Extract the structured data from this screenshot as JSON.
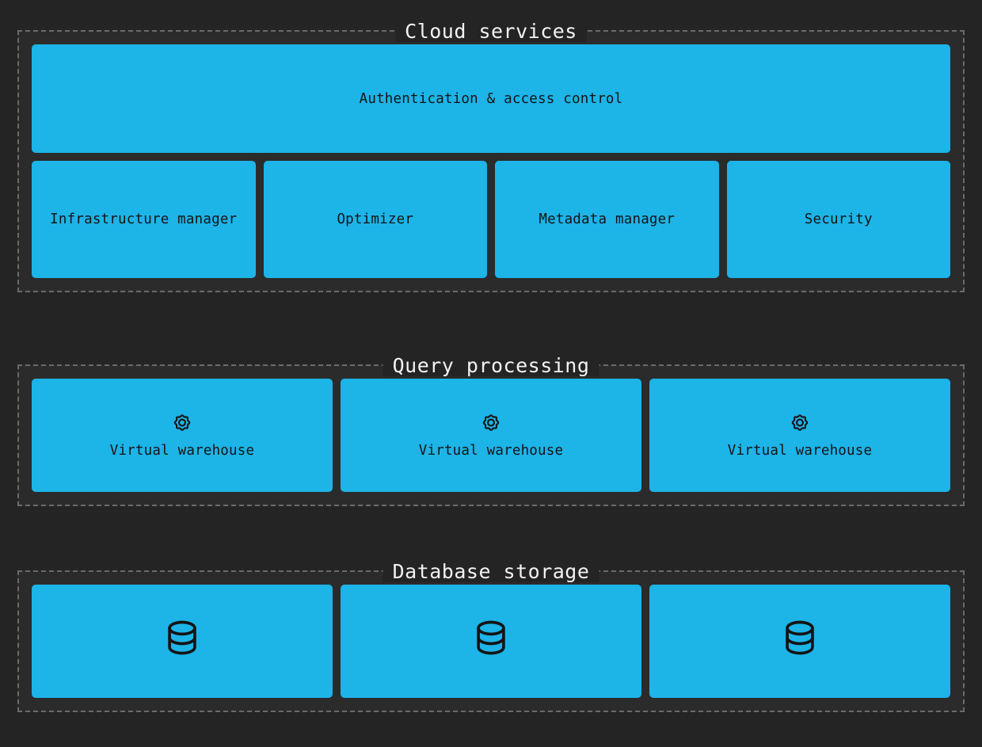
{
  "theme": {
    "background": "#242424",
    "panel_background": "#2b2b2b",
    "node_color": "#1db4e8",
    "node_text_color": "#141414",
    "border_color": "#6a6a6a",
    "title_color": "#f2f2f2"
  },
  "sections": [
    {
      "title": "Cloud services",
      "rows": [
        {
          "nodes": [
            {
              "label": "Authentication & access control",
              "icon": null
            }
          ]
        },
        {
          "nodes": [
            {
              "label": "Infrastructure manager",
              "icon": null
            },
            {
              "label": "Optimizer",
              "icon": null
            },
            {
              "label": "Metadata manager",
              "icon": null
            },
            {
              "label": "Security",
              "icon": null
            }
          ]
        }
      ]
    },
    {
      "title": "Query processing",
      "rows": [
        {
          "nodes": [
            {
              "label": "Virtual warehouse",
              "icon": "gear-icon"
            },
            {
              "label": "Virtual warehouse",
              "icon": "gear-icon"
            },
            {
              "label": "Virtual warehouse",
              "icon": "gear-icon"
            }
          ]
        }
      ]
    },
    {
      "title": "Database storage",
      "rows": [
        {
          "nodes": [
            {
              "label": "",
              "icon": "database-icon"
            },
            {
              "label": "",
              "icon": "database-icon"
            },
            {
              "label": "",
              "icon": "database-icon"
            }
          ]
        }
      ]
    }
  ]
}
